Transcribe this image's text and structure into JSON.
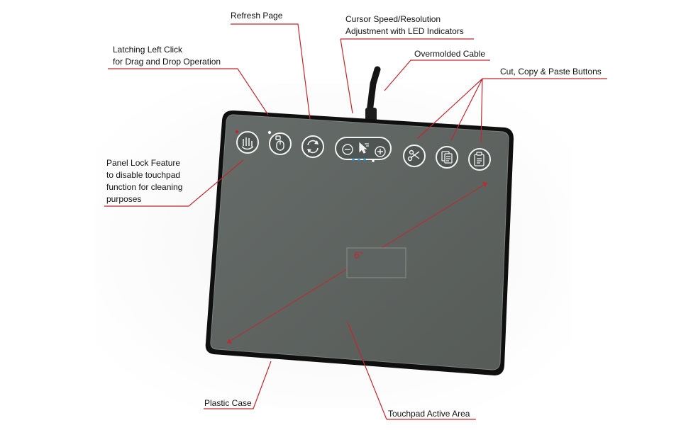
{
  "callouts": {
    "refresh_page": "Refresh Page",
    "cursor_speed_line1": "Cursor Speed/Resolution",
    "cursor_speed_line2": "Adjustment with LED Indicators",
    "latching_line1": "Latching Left Click",
    "latching_line2": "for Drag and Drop Operation",
    "overmolded_cable": "Overmolded Cable",
    "cut_copy_paste": "Cut, Copy & Paste Buttons",
    "panel_lock_line1": "Panel Lock Feature",
    "panel_lock_line2": "to disable touchpad",
    "panel_lock_line3": "function for cleaning",
    "panel_lock_line4": "purposes",
    "plastic_case": "Plastic Case",
    "touchpad_active_area": "Touchpad Active Area"
  },
  "diagonal_size": "6\"",
  "colors": {
    "leader_line": "#c2282e",
    "pad_surface": "#5b615e",
    "case": "#0f0f0f",
    "led_blue": "#2f9be0"
  },
  "buttons": [
    {
      "icon": "hand-swipe-icon"
    },
    {
      "icon": "mouse-lock-icon"
    },
    {
      "icon": "refresh-icon"
    },
    {
      "icon": "cursor-speed-icon"
    },
    {
      "icon": "scissors-icon"
    },
    {
      "icon": "copy-icon"
    },
    {
      "icon": "paste-icon"
    }
  ]
}
